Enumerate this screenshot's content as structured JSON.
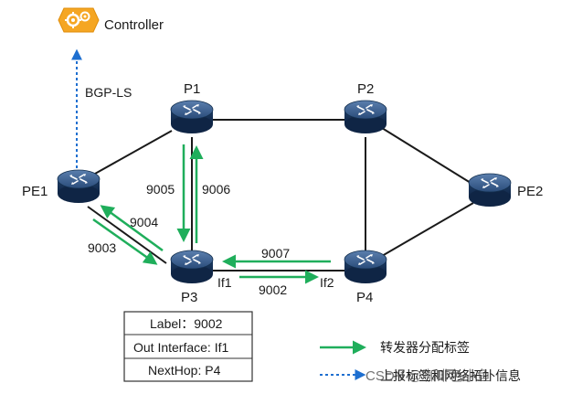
{
  "controller": {
    "label": "Controller"
  },
  "link_protocol": "BGP-LS",
  "nodes": {
    "P1": "P1",
    "P2": "P2",
    "PE1": "PE1",
    "PE2": "PE2",
    "P3": "P3",
    "P4": "P4"
  },
  "interfaces": {
    "if1": "If1",
    "if2": "If2"
  },
  "labels": {
    "p3_to_p1": "9005",
    "p1_to_p3": "9006",
    "p3_to_pe1": "9004",
    "pe1_to_p3": "9003",
    "p4_to_p3": "9007",
    "p3_to_p4": "9002"
  },
  "table": {
    "label_row": "Label：9002",
    "out_interface_row": "Out Interface: If1",
    "nexthop_row": "NextHop: P4"
  },
  "legend": {
    "forwarder_assigned": "转发器分配标签",
    "report": "上报标签和网络拓扑信息"
  },
  "watermark": "CSDN @咖啡色小鱼",
  "colors": {
    "router_fill": "#1f3d66",
    "arrow_green": "#1fae5b",
    "dotted_blue": "#1e6fd0",
    "controller_orange": "#f5a623"
  }
}
